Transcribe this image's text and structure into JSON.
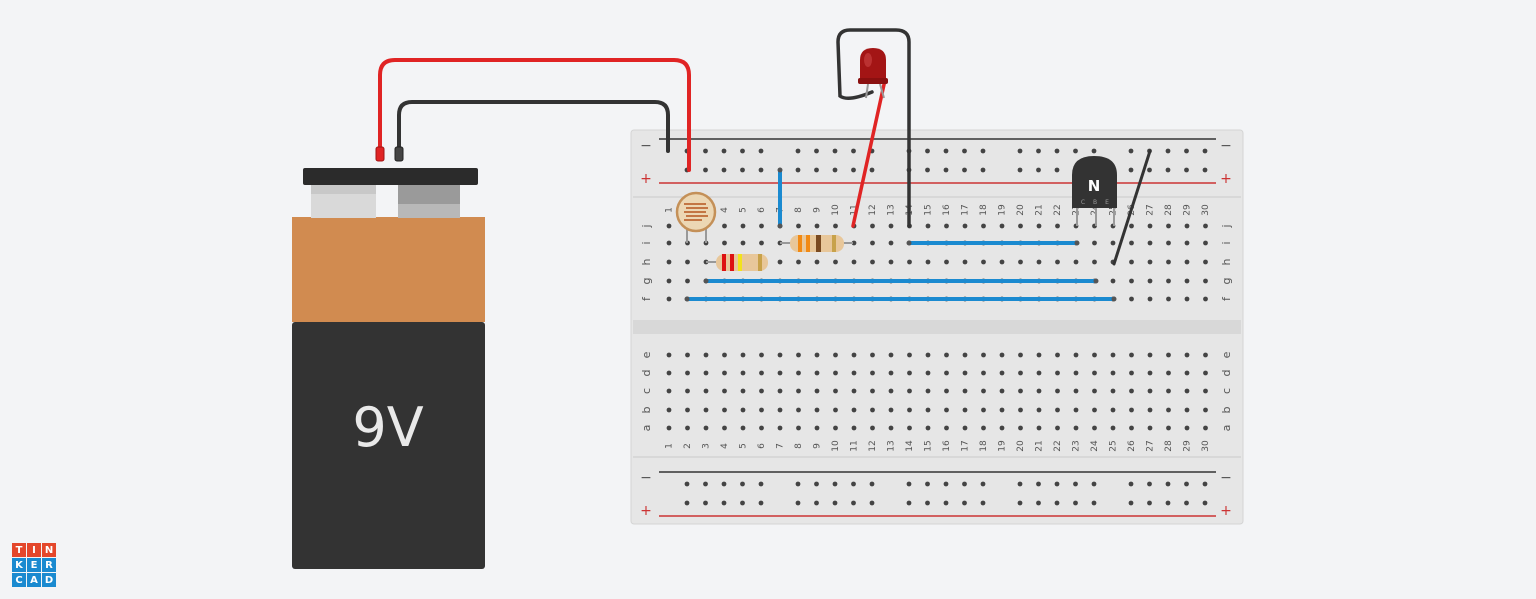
{
  "app": "Tinkercad",
  "logo_letters": [
    {
      "ch": "T",
      "color": "#e4472b"
    },
    {
      "ch": "I",
      "color": "#e4472b"
    },
    {
      "ch": "N",
      "color": "#e4472b"
    },
    {
      "ch": "K",
      "color": "#1a8ad0"
    },
    {
      "ch": "E",
      "color": "#1a8ad0"
    },
    {
      "ch": "R",
      "color": "#1a8ad0"
    },
    {
      "ch": "C",
      "color": "#1a8ad0"
    },
    {
      "ch": "A",
      "color": "#1a8ad0"
    },
    {
      "ch": "D",
      "color": "#1a8ad0"
    }
  ],
  "battery": {
    "label": "9V"
  },
  "transistor": {
    "label": "N",
    "pins": [
      "C",
      "B",
      "E"
    ]
  },
  "breadboard": {
    "columns": [
      "1",
      "2",
      "3",
      "4",
      "5",
      "6",
      "7",
      "8",
      "9",
      "10",
      "11",
      "12",
      "13",
      "14",
      "15",
      "16",
      "17",
      "18",
      "19",
      "20",
      "21",
      "22",
      "23",
      "24",
      "25",
      "26",
      "27",
      "28",
      "29",
      "30"
    ],
    "upper_rows": [
      "j",
      "i",
      "h",
      "g",
      "f"
    ],
    "lower_rows": [
      "e",
      "d",
      "c",
      "b",
      "a"
    ],
    "rail_minus": "−",
    "rail_plus": "+"
  },
  "components": [
    "photoresistor",
    "resistor-1",
    "resistor-2",
    "red-led",
    "npn-transistor",
    "9v-battery"
  ],
  "colors": {
    "red_wire": "#e02424",
    "black_wire": "#333333",
    "blue_jumper": "#1a8ad0",
    "battery_top": "#d18b50",
    "battery_body": "#333333"
  }
}
